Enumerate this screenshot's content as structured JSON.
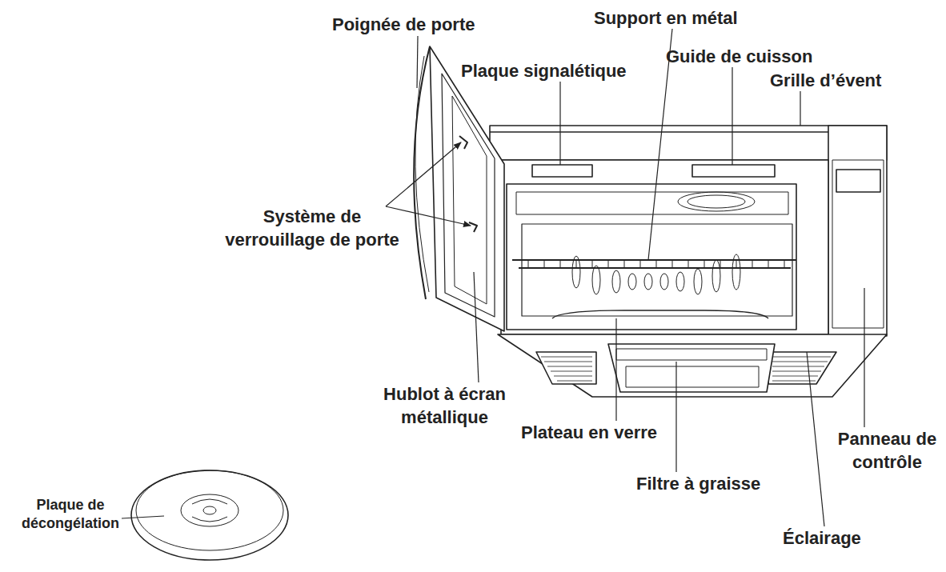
{
  "diagram": {
    "labels": [
      "Poignée de porte",
      "Support en métal",
      "Plaque signalétique",
      "Guide de cuisson",
      "Grille d’évent",
      "Système de verrouillage de porte",
      "Hublot à écran métallique",
      "Plateau en verre",
      "Panneau de contrôle",
      "Filtre à graisse",
      "Plaque de décongélation",
      "Éclairage"
    ]
  }
}
